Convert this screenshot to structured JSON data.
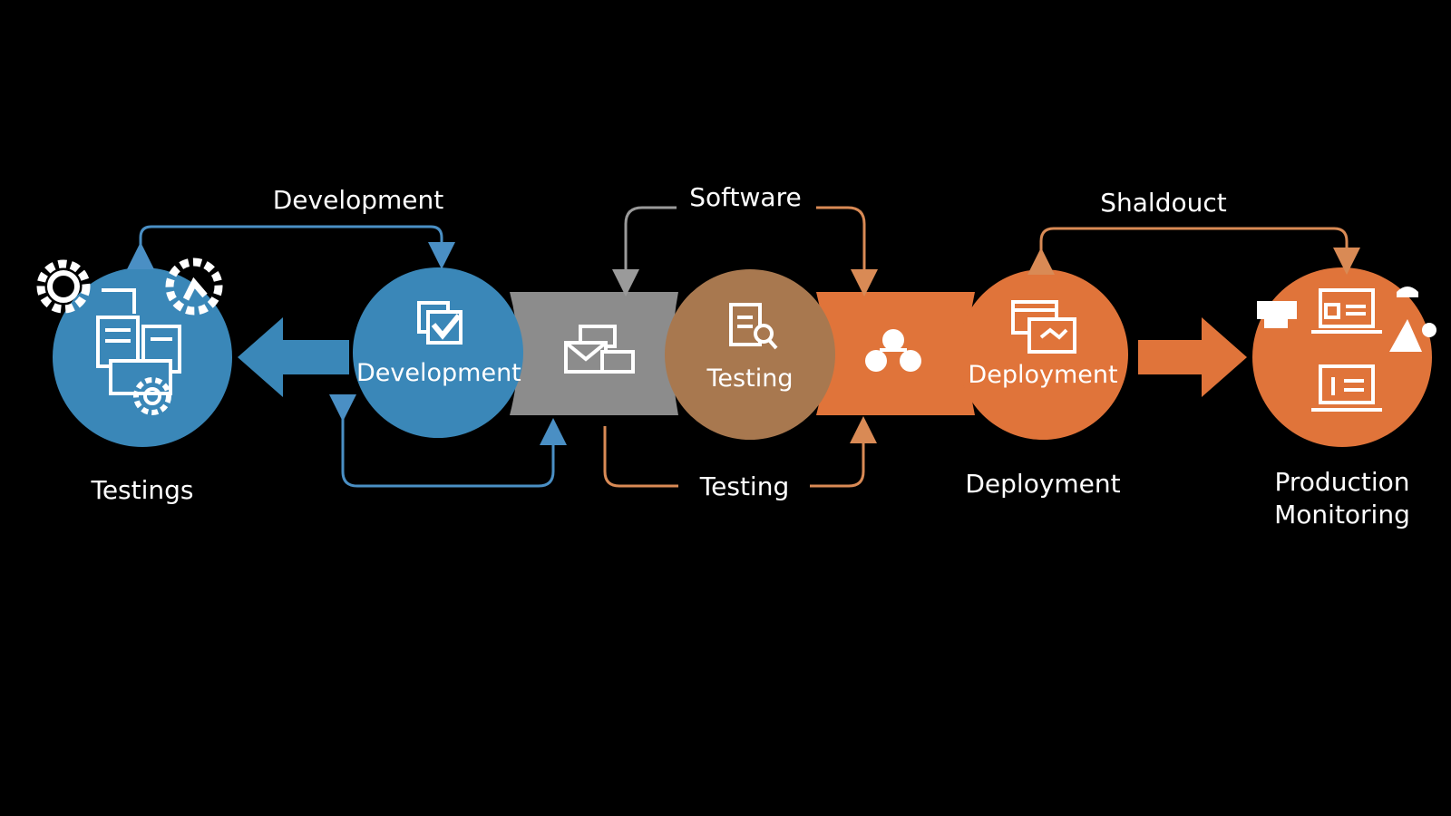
{
  "colors": {
    "blue": "#3a87b8",
    "gray": "#8c8c8c",
    "tan": "#a8784f",
    "orange": "#e0743a",
    "arrow_blue": "#4a8fc4",
    "arrow_orange": "#d98a55",
    "arrow_gray": "#9a9a9a"
  },
  "top_labels": {
    "left": "Development",
    "middle": "Software",
    "right": "Shaldouct"
  },
  "nodes": {
    "development": "Development",
    "testing": "Testing",
    "deployment": "Deployment"
  },
  "bottom_labels": {
    "testings": "Testings",
    "testing": "Testing",
    "deployment": "Deployment",
    "production_line1": "Production",
    "production_line2": "Monitoring"
  },
  "icons": {
    "testings_node": [
      "gear-icon",
      "refresh-gear-icon",
      "documents-icon",
      "gear-icon"
    ],
    "development_node": "checklist-icon",
    "gray_connector": "mail-stack-icon",
    "testing_node": "document-magnifier-icon",
    "orange_connector": "network-coins-icon",
    "deployment_node": "browser-windows-icon",
    "production_node": [
      "laptop-icon",
      "dashboard-icon",
      "user-avatar-icon"
    ]
  }
}
